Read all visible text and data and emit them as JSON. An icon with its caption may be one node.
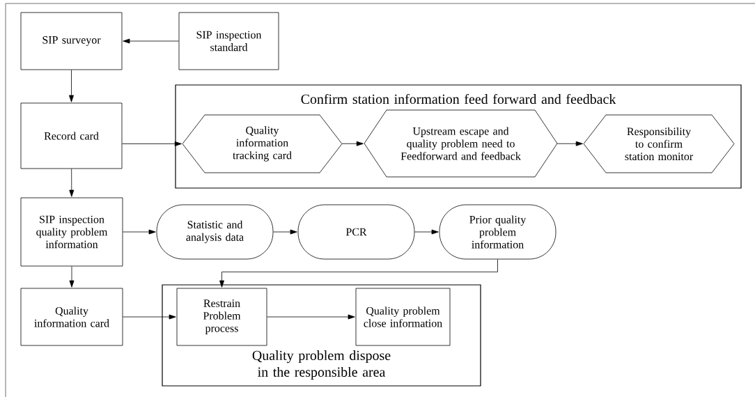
{
  "diagram": {
    "nodes": [
      {
        "text": [
          "SIP surveyor"
        ]
      },
      {
        "text": [
          "SIP inspection standard"
        ]
      },
      {
        "text": [
          "Confirm station information  feed forward and feedback"
        ]
      },
      {
        "text": [
          "Record card"
        ]
      },
      {
        "text": [
          "Quality information tracking card"
        ],
        "in": 2
      },
      {
        "text": [
          "Upstream escape and quality problem need to Feedforward and feedback"
        ],
        "in": 2
      },
      {
        "text": [
          "Responsibility to confirm station monitor"
        ],
        "in": 2
      },
      {
        "text": [
          "SIP inspection quality problem information"
        ]
      },
      {
        "text": [
          "Statistic and analysis data"
        ]
      },
      {
        "text": [
          "PCR"
        ]
      },
      {
        "text": [
          "Prior quality problem information"
        ]
      },
      {
        "text": [
          "Quality information card"
        ]
      },
      {
        "text": [
          "Quality problem dispose in the responsible area"
        ]
      },
      {
        "text": [
          "Restrain Problem process"
        ],
        "in": 12
      },
      {
        "text": [
          "Quality problem close information"
        ],
        "in": 12
      }
    ],
    "edges": [
      {
        "from": 1,
        "to": 0,
        "arrow": "to"
      },
      {
        "from": 0,
        "to": 3,
        "arrow": "to"
      },
      {
        "from": 3,
        "to": 4,
        "arrow": "to"
      },
      {
        "from": 4,
        "to": 5,
        "arrow": "to"
      },
      {
        "from": 5,
        "to": 6,
        "arrow": "to"
      },
      {
        "from": 3,
        "to": 7,
        "arrow": "to"
      },
      {
        "from": 7,
        "to": 8,
        "arrow": "to"
      },
      {
        "from": 8,
        "to": 9,
        "arrow": "to"
      },
      {
        "from": 9,
        "to": 10,
        "arrow": "to"
      },
      {
        "from": 7,
        "to": 11,
        "arrow": "to"
      },
      {
        "from": 10,
        "to": 13,
        "arrow": "to"
      },
      {
        "from": 11,
        "to": 13,
        "arrow": "to"
      },
      {
        "from": 13,
        "to": 14,
        "arrow": "to"
      }
    ]
  }
}
